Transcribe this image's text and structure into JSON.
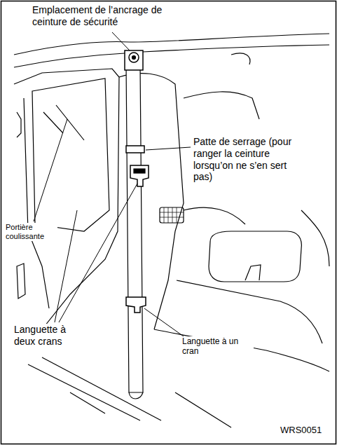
{
  "diagram": {
    "labels": [
      "Emplacement de l’ancrage de ceinture de sécurité",
      "Patte de serrage (pour ranger la ceinture lorsqu’on ne s’en sert pas)",
      "Portière coulissante",
      "Languette à deux crans",
      "Languette à un cran",
      "WRS0051"
    ]
  }
}
